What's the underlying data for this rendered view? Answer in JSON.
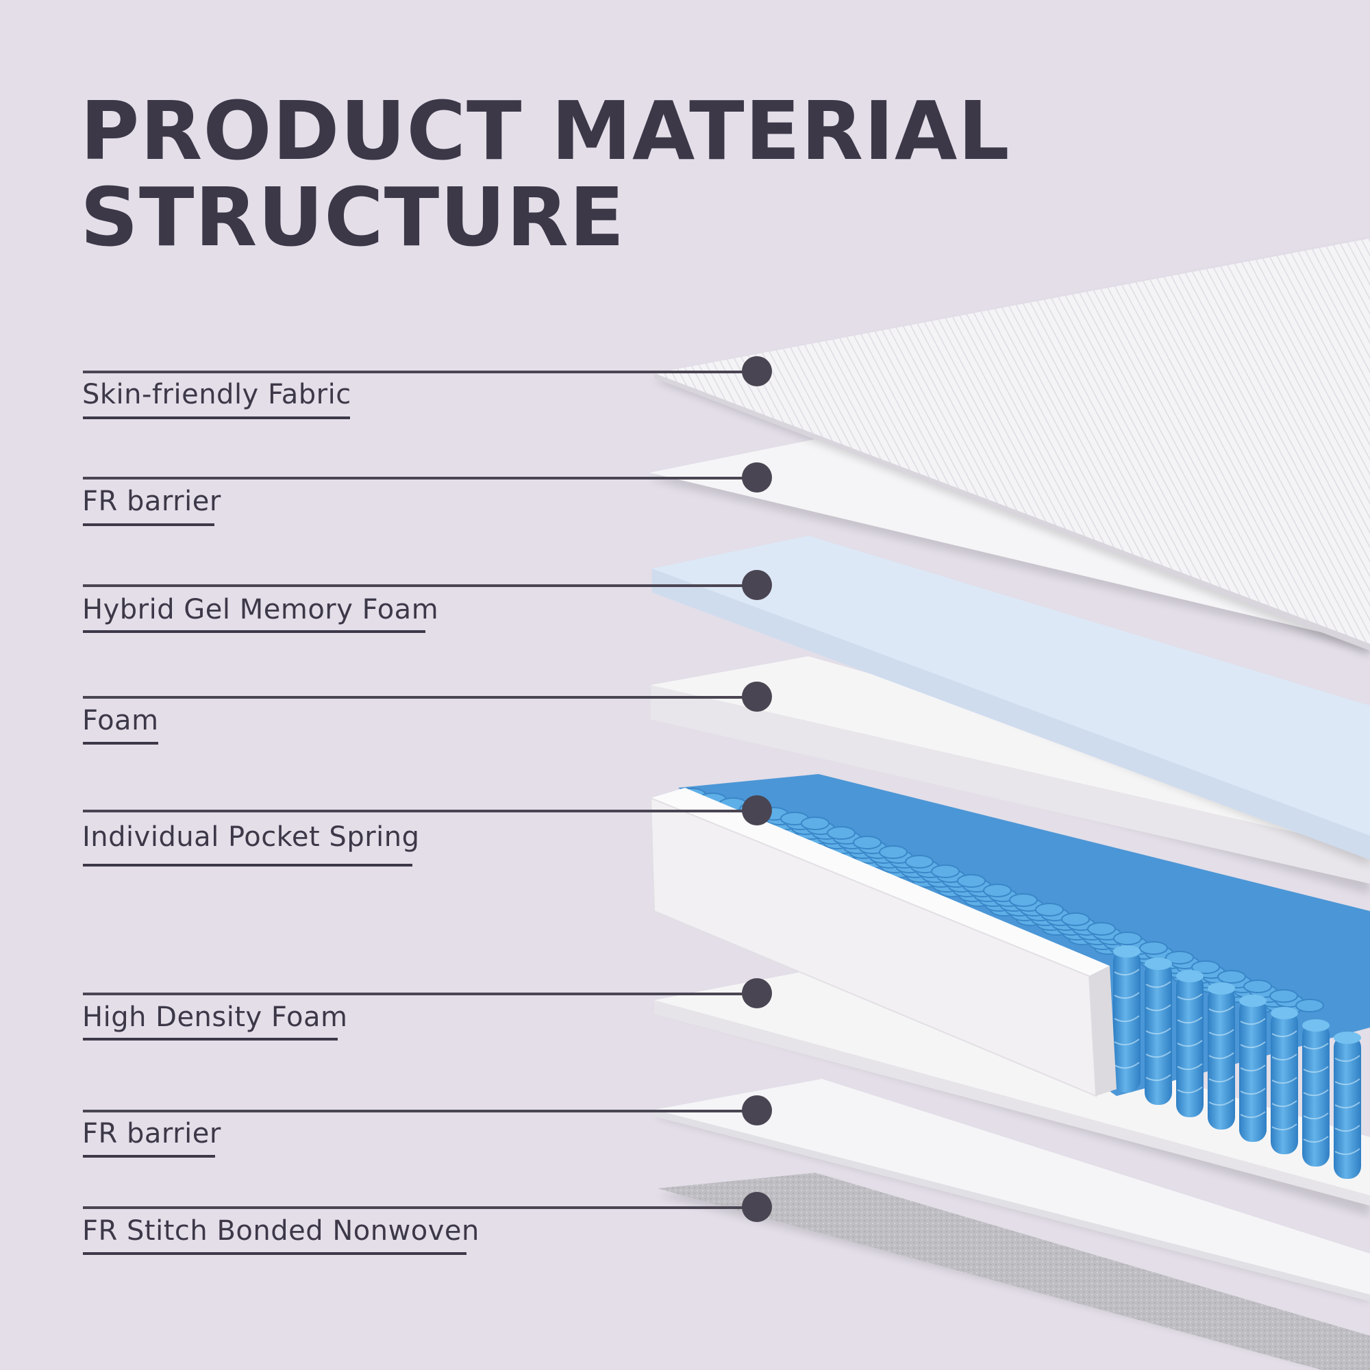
{
  "title": {
    "line1": "PRODUCT MATERIAL",
    "line2": "STRUCTURE"
  },
  "layers": [
    {
      "label": "Skin-friendly Fabric"
    },
    {
      "label": "FR barrier"
    },
    {
      "label": "Hybrid Gel Memory Foam"
    },
    {
      "label": "Foam"
    },
    {
      "label": "Individual Pocket Spring"
    },
    {
      "label": "High Density Foam"
    },
    {
      "label": "FR barrier"
    },
    {
      "label": "FR Stitch Bonded Nonwoven"
    }
  ],
  "colors": {
    "background": "#e3dee8",
    "text": "#3d3848",
    "gel_foam": "#dde8f6",
    "spring": "#4fa0dc"
  }
}
